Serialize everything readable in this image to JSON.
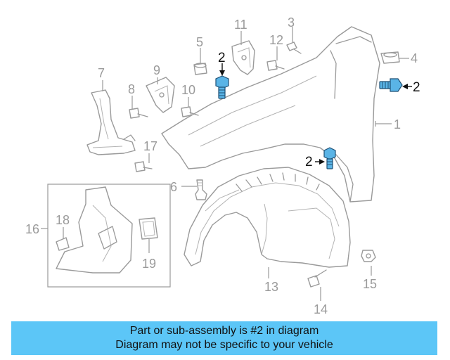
{
  "diagram": {
    "callouts": {
      "c1": "1",
      "c2_top": "2",
      "c2_right": "2",
      "c2_mid": "2",
      "c3": "3",
      "c4": "4",
      "c5": "5",
      "c6": "6",
      "c7": "7",
      "c8": "8",
      "c9": "9",
      "c10": "10",
      "c11": "11",
      "c12": "12",
      "c13": "13",
      "c14": "14",
      "c15": "15",
      "c16": "16",
      "c17": "17",
      "c18": "18",
      "c19": "19"
    },
    "highlight_color": "#5ab4e6",
    "banner_color": "#5cc6f7"
  },
  "footer": {
    "line1": "Part or sub-assembly is #2 in diagram",
    "line2": "Diagram may not be specific to your vehicle"
  }
}
